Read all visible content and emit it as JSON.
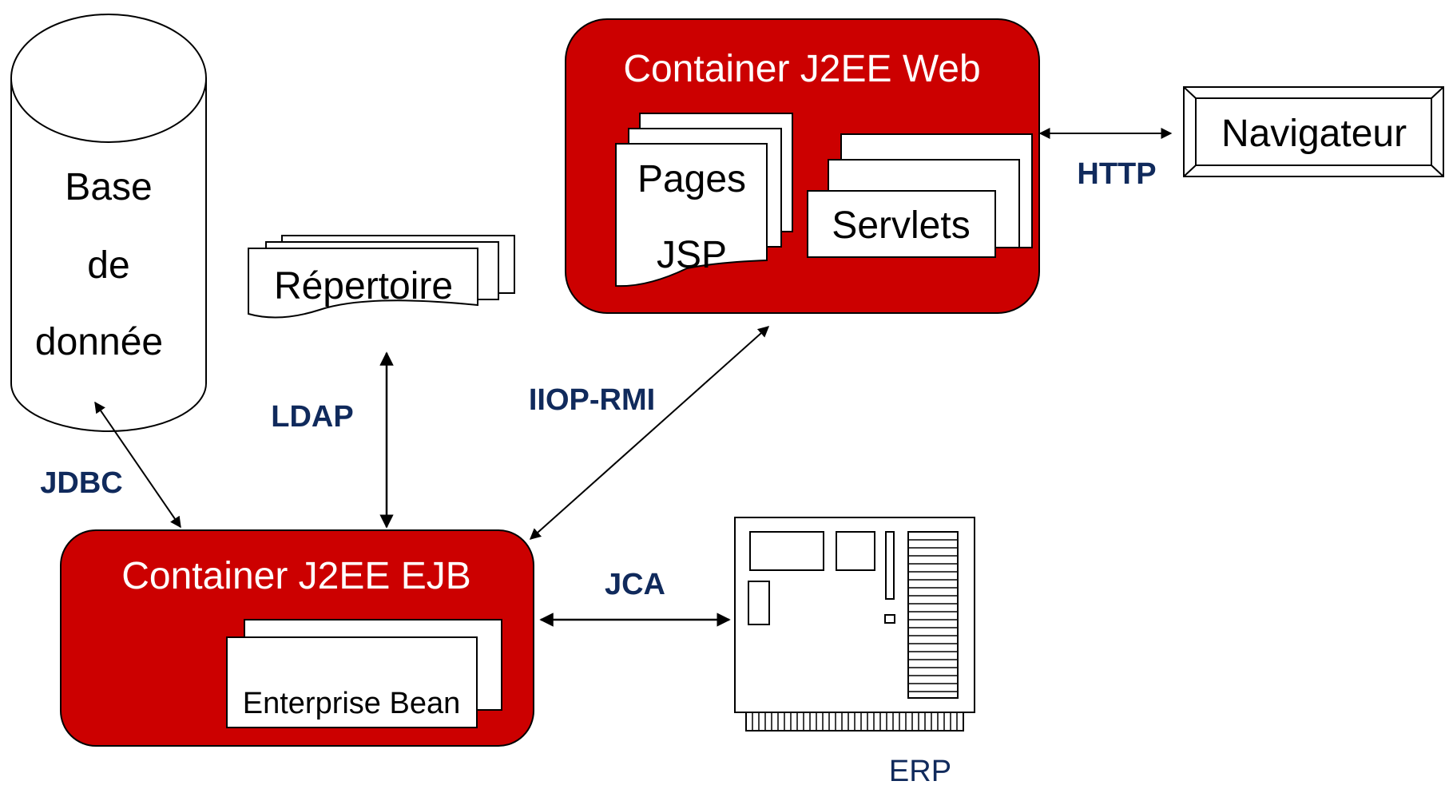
{
  "colors": {
    "container_fill": "#cc0000",
    "protocol_text": "#102a5c",
    "erp_text": "#102a5c"
  },
  "database": {
    "line1": "Base",
    "line2": "de",
    "line3": "donnée"
  },
  "directory": {
    "label": "Répertoire"
  },
  "web_container": {
    "title": "Container J2EE Web",
    "pages_line1": "Pages",
    "pages_line2": "JSP",
    "servlets": "Servlets"
  },
  "browser": {
    "label": "Navigateur"
  },
  "ejb_container": {
    "title": "Container J2EE EJB",
    "bean": "Enterprise Bean"
  },
  "erp": {
    "label": "ERP",
    "icon": "circuit-board-icon"
  },
  "protocols": {
    "jdbc": "JDBC",
    "ldap": "LDAP",
    "iiop": "IIOP-RMI",
    "http": "HTTP",
    "jca": "JCA"
  }
}
